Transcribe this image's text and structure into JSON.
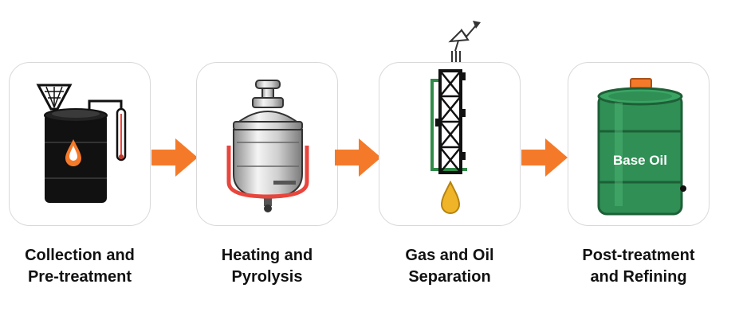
{
  "colors": {
    "accent_arrow": "#f47a2a",
    "oil_drop": "#f0b429",
    "column_green": "#2f8a48",
    "drum_green": "#2f8f55",
    "heat_red": "#e8453c",
    "card_border": "#d9d9d9"
  },
  "steps": [
    {
      "line1": "Collection and",
      "line2": "Pre-treatment",
      "icon": "oil-drum-funnel-icon"
    },
    {
      "line1": "Heating and",
      "line2": "Pyrolysis",
      "icon": "pyrolysis-reactor-icon"
    },
    {
      "line1": "Gas and Oil",
      "line2": "Separation",
      "icon": "distillation-column-icon"
    },
    {
      "line1": "Post-treatment",
      "line2": "and Refining",
      "icon": "base-oil-drum-icon"
    }
  ],
  "drum_label": "Base Oil",
  "connectors": [
    "arrow-right-icon",
    "arrow-right-icon",
    "arrow-right-icon"
  ]
}
